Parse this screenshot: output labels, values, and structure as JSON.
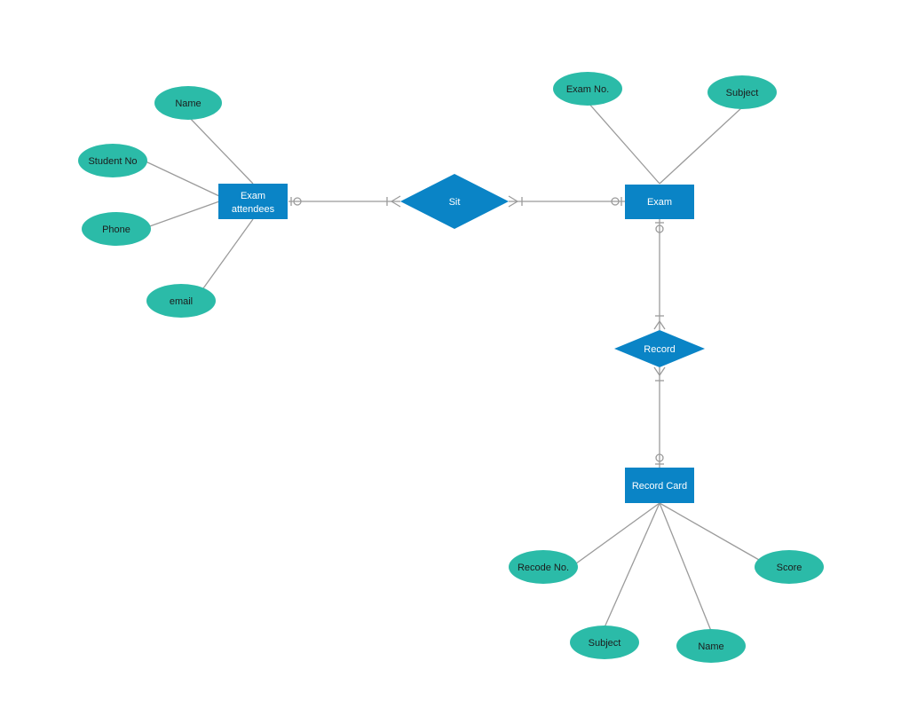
{
  "colors": {
    "attribute_fill": "#2bbba8",
    "entity_fill": "#0a84c6",
    "relationship_fill": "#0a84c6",
    "connector": "#9b9b9b",
    "background": "#ffffff"
  },
  "entities": {
    "exam_attendees": {
      "label_line1": "Exam",
      "label_line2": "attendees"
    },
    "exam": {
      "label": "Exam"
    },
    "record_card": {
      "label": "Record Card"
    }
  },
  "relationships": {
    "sit": {
      "label": "Sit"
    },
    "record": {
      "label": "Record"
    }
  },
  "attributes": {
    "attendee_name": "Name",
    "student_no": "Student No",
    "phone": "Phone",
    "email": "email",
    "exam_no": "Exam No.",
    "exam_subject": "Subject",
    "recode_no": "Recode No.",
    "card_subject": "Subject",
    "card_name": "Name",
    "score": "Score"
  },
  "cardinality": {
    "attendees_to_sit": {
      "attendees_end": "zero-or-one",
      "sit_end": "one-or-many"
    },
    "sit_to_exam": {
      "sit_end": "one-or-many",
      "exam_end": "zero-or-one"
    },
    "exam_to_record": {
      "exam_end": "zero-or-one",
      "record_end": "one-or-many"
    },
    "record_to_card": {
      "record_end": "one-or-many",
      "card_end": "zero-or-one"
    }
  }
}
